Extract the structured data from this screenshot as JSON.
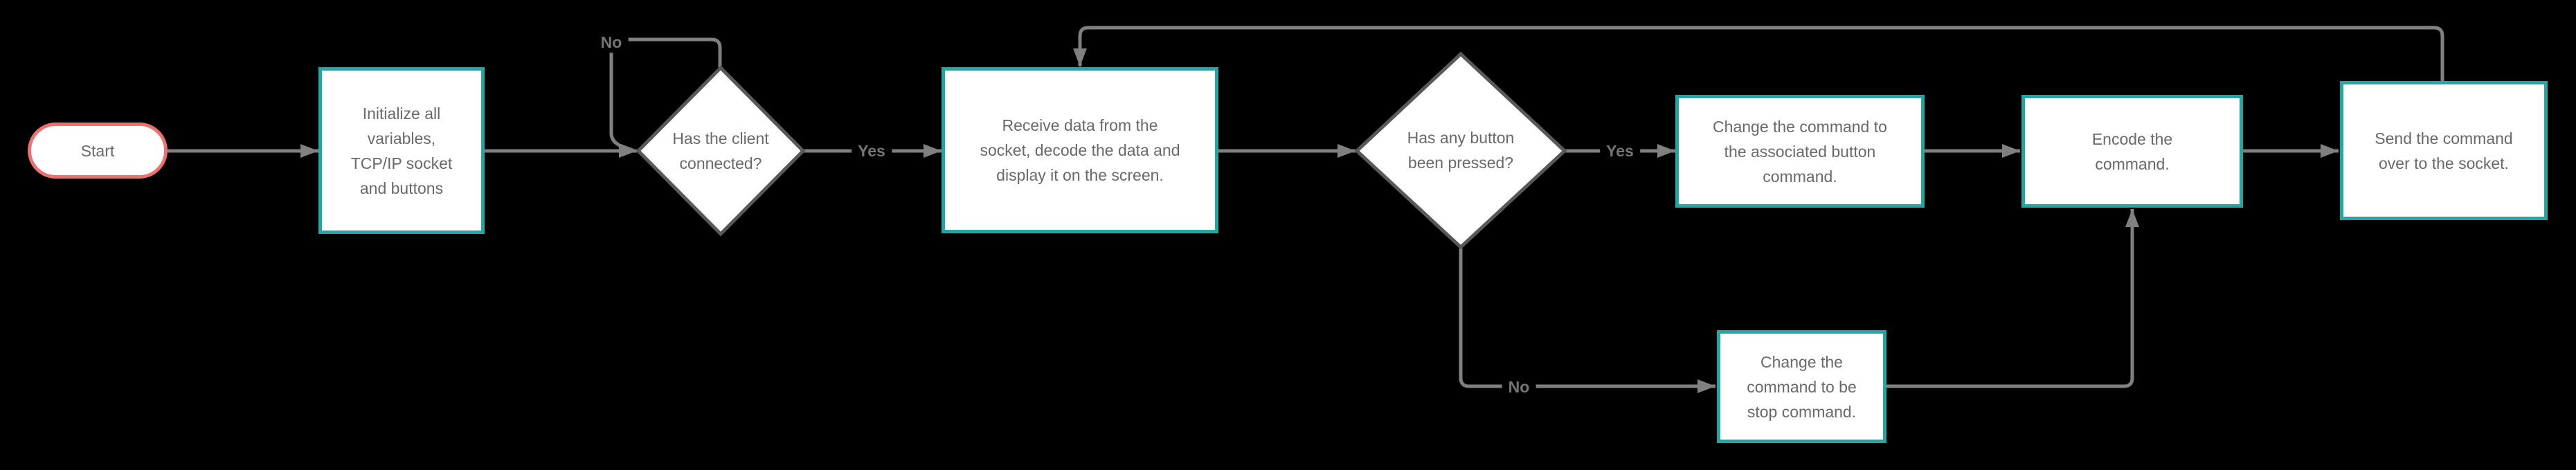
{
  "diagram": {
    "type": "flowchart",
    "background": "#000000",
    "colors": {
      "process_border": "#21a8a3",
      "terminator_border": "#f07070",
      "decision_border": "#595959",
      "connector": "#808080",
      "node_text": "#696969",
      "edge_label_text": "#757575",
      "node_fill": "#ffffff"
    },
    "nodes": {
      "start": {
        "shape": "terminator",
        "label": "Start"
      },
      "initialize": {
        "shape": "process",
        "label": "Initialize all\nvariables,\nTCP/IP socket\nand buttons"
      },
      "client_connected": {
        "shape": "decision",
        "label": "Has the client\nconnected?"
      },
      "receive_data": {
        "shape": "process",
        "label": "Receive data from the\nsocket, decode the data and\ndisplay it on the screen."
      },
      "button_pressed": {
        "shape": "decision",
        "label": "Has any button\nbeen pressed?"
      },
      "change_button_command": {
        "shape": "process",
        "label": "Change the command to\nthe associated button\ncommand."
      },
      "encode_command": {
        "shape": "process",
        "label": "Encode the\ncommand."
      },
      "send_command": {
        "shape": "process",
        "label": "Send the command\nover to the socket."
      },
      "stop_command": {
        "shape": "process",
        "label": "Change the\ncommand to be\nstop command."
      }
    },
    "edge_labels": {
      "no_not_connected": "No",
      "yes_connected": "Yes",
      "yes_pressed": "Yes",
      "no_not_pressed": "No"
    }
  }
}
